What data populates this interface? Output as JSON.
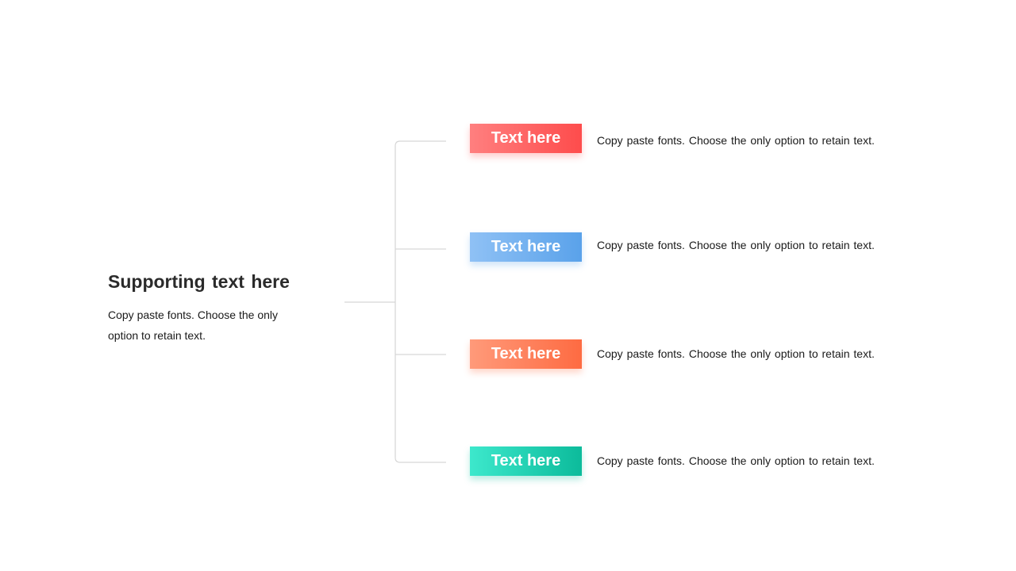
{
  "main": {
    "title": "Supporting text here",
    "description": "Copy paste  fonts. Choose the only option to retain text."
  },
  "items": [
    {
      "label": "Text here",
      "text": "Copy paste  fonts. Choose the only option to retain text.",
      "gradient_start": "#ff7f7f",
      "gradient_end": "#fe4c4c",
      "shadow": "rgba(254, 80, 80, 0.28)"
    },
    {
      "label": "Text here",
      "text": "Copy paste  fonts. Choose the only option to retain text.",
      "gradient_start": "#8fc1f5",
      "gradient_end": "#5aa2ea",
      "shadow": "rgba(90, 162, 234, 0.28)"
    },
    {
      "label": "Text here",
      "text": "Copy paste  fonts. Choose the only option to retain text.",
      "gradient_start": "#ff9a7a",
      "gradient_end": "#fe6b42",
      "shadow": "rgba(254, 107, 66, 0.28)"
    },
    {
      "label": "Text here",
      "text": "Copy paste  fonts. Choose the only option to retain text.",
      "gradient_start": "#3de8cc",
      "gradient_end": "#0cbb9b",
      "shadow": "rgba(12, 187, 155, 0.28)"
    }
  ],
  "connector_color": "#d6d6d6"
}
